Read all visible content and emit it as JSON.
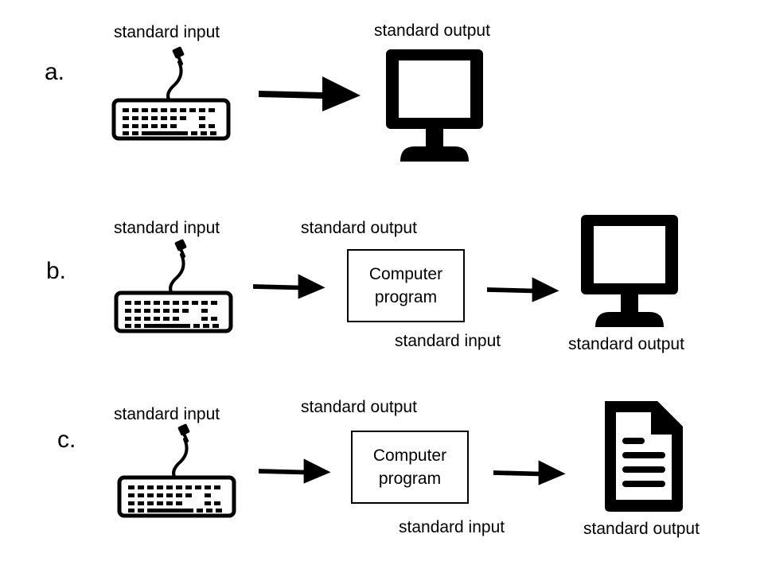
{
  "rows": [
    {
      "label": "a.",
      "input_caption": "standard input",
      "output_caption": "standard output",
      "input_icon": "keyboard-icon",
      "output_icon": "monitor-icon"
    },
    {
      "label": "b.",
      "input_caption": "standard input",
      "program_output_caption": "standard output",
      "program_label_line1": "Computer",
      "program_label_line2": "program",
      "program_input_caption": "standard input",
      "output_caption": "standard output",
      "input_icon": "keyboard-icon",
      "output_icon": "monitor-icon"
    },
    {
      "label": "c.",
      "input_caption": "standard input",
      "program_output_caption": "standard output",
      "program_label_line1": "Computer",
      "program_label_line2": "program",
      "program_input_caption": "standard input",
      "output_caption": "standard output",
      "input_icon": "keyboard-icon",
      "output_icon": "document-icon"
    }
  ]
}
